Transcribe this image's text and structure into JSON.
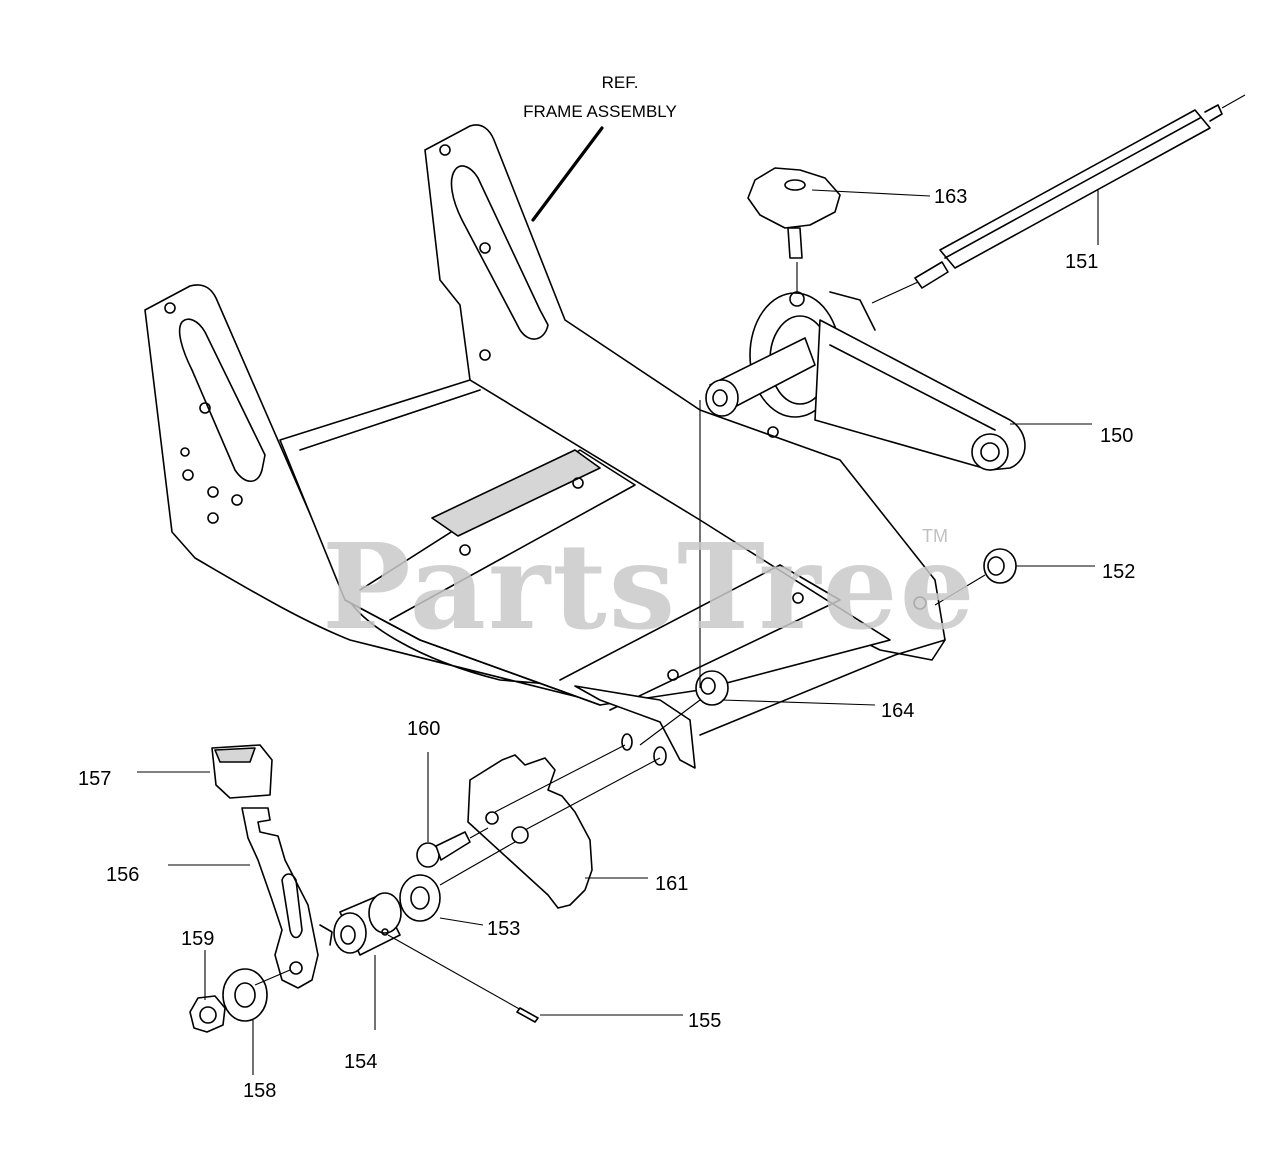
{
  "reference": {
    "line1": "REF.",
    "line2": "FRAME ASSEMBLY"
  },
  "watermark": {
    "text": "PartsTree",
    "trademark": "TM"
  },
  "callouts": [
    {
      "id": "150",
      "label": "150"
    },
    {
      "id": "151",
      "label": "151"
    },
    {
      "id": "152",
      "label": "152"
    },
    {
      "id": "153",
      "label": "153"
    },
    {
      "id": "154",
      "label": "154"
    },
    {
      "id": "155",
      "label": "155"
    },
    {
      "id": "156",
      "label": "156"
    },
    {
      "id": "157",
      "label": "157"
    },
    {
      "id": "158",
      "label": "158"
    },
    {
      "id": "159",
      "label": "159"
    },
    {
      "id": "160",
      "label": "160"
    },
    {
      "id": "161",
      "label": "161"
    },
    {
      "id": "163",
      "label": "163"
    },
    {
      "id": "164",
      "label": "164"
    }
  ]
}
